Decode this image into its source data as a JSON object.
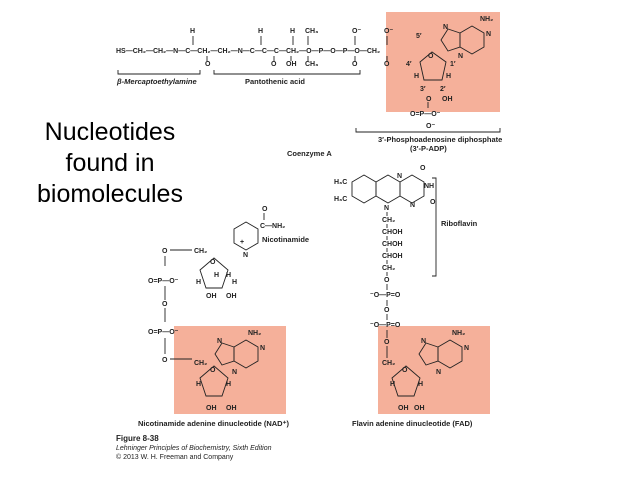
{
  "slide": {
    "title_lines": [
      "Nucleotides",
      "found in",
      "biomolecules"
    ]
  },
  "coa": {
    "formula": [
      "HS—CH₂—CH₂—N—C—CH₂—CH₂—N—C—C—C—CH₂—O—P—O—P—O—CH₂"
    ],
    "atoms": [
      "H",
      "O",
      "H",
      "O",
      "H",
      "CH₃",
      "O",
      "OH",
      "CH₃",
      "O⁻",
      "O⁻",
      "O",
      "O"
    ],
    "label_mercapto": "β-Mercaptoethylamine",
    "label_pantothenic": "Pantothenic acid",
    "label_3padp_1": "3′-Phosphoadenosine diphosphate",
    "label_3padp_2": "(3′-P-ADP)",
    "label_coa": "Coenzyme A"
  },
  "nad": {
    "label_nicotinamide": "Nicotinamide",
    "label": "Nicotinamide adenine dinucleotide (NAD⁺)"
  },
  "fad": {
    "label_riboflavin": "Riboflavin",
    "label": "Flavin adenine dinucleotide (FAD)"
  },
  "atoms": {
    "nh2": "NH₂",
    "n": "N",
    "o": "O",
    "o_minus": "O⁻",
    "oh": "OH",
    "h": "H",
    "p": "P",
    "ch2": "CH₂",
    "h3c": "H₃C",
    "choh": "CHOH",
    "nh": "NH",
    "c_nh2": "C—NH₂",
    "plus": "+",
    "p5": "5′",
    "p4": "4′",
    "p3": "3′",
    "p2": "2′",
    "p1": "1′"
  },
  "caption": {
    "figure": "Figure 8-38",
    "book": "Lehninger Principles of Biochemistry, Sixth Edition",
    "copyright": "© 2013 W. H. Freeman and Company"
  },
  "colors": {
    "highlight": "#f5b09a"
  }
}
